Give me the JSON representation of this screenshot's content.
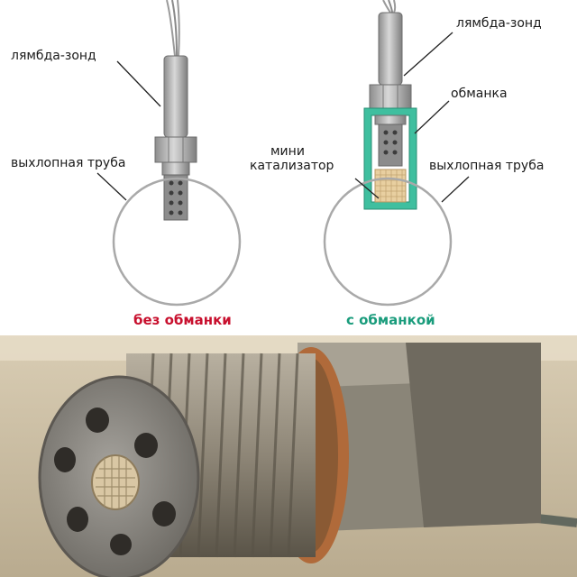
{
  "left": {
    "lambda_label": "лямбда-зонд",
    "pipe_label": "выхлопная труба",
    "caption": "без обманки",
    "caption_color": "#c8102e"
  },
  "right": {
    "lambda_label": "лямбда-зонд",
    "spacer_label": "обманка",
    "mini_label_line1": "мини",
    "mini_label_line2": "катализатор",
    "pipe_label": "выхлопная труба",
    "caption": "с обманкой",
    "caption_color": "#1a9c7c"
  },
  "colors": {
    "pipe": "#a9a9a9",
    "spacer": "#3fbf9f",
    "catalyst": "#e8cfa0"
  }
}
